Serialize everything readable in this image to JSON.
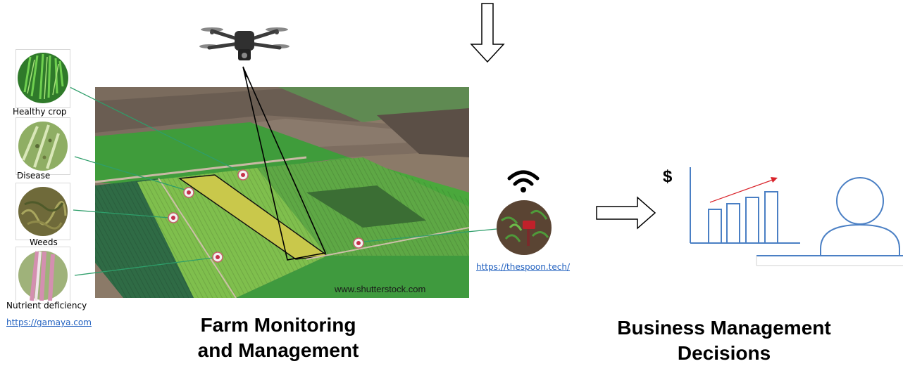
{
  "crops": [
    {
      "label": "Healthy crop"
    },
    {
      "label": "Disease"
    },
    {
      "label": "Weeds"
    },
    {
      "label": "Nutrient deficiency"
    }
  ],
  "links": {
    "gamaya": "https://gamaya.com",
    "thespoon": "https://thespoon.tech/"
  },
  "field": {
    "watermark": "www.shutterstock.com"
  },
  "titles": {
    "farm_line1": "Farm Monitoring",
    "farm_line2": "and Management",
    "business_line1": "Business Management",
    "business_line2": "Decisions"
  },
  "chart": {
    "currency_symbol": "$"
  },
  "icons": [
    "drone-icon",
    "wifi-icon",
    "person-icon",
    "down-arrow-icon",
    "right-arrow-icon",
    "bar-chart-icon"
  ]
}
